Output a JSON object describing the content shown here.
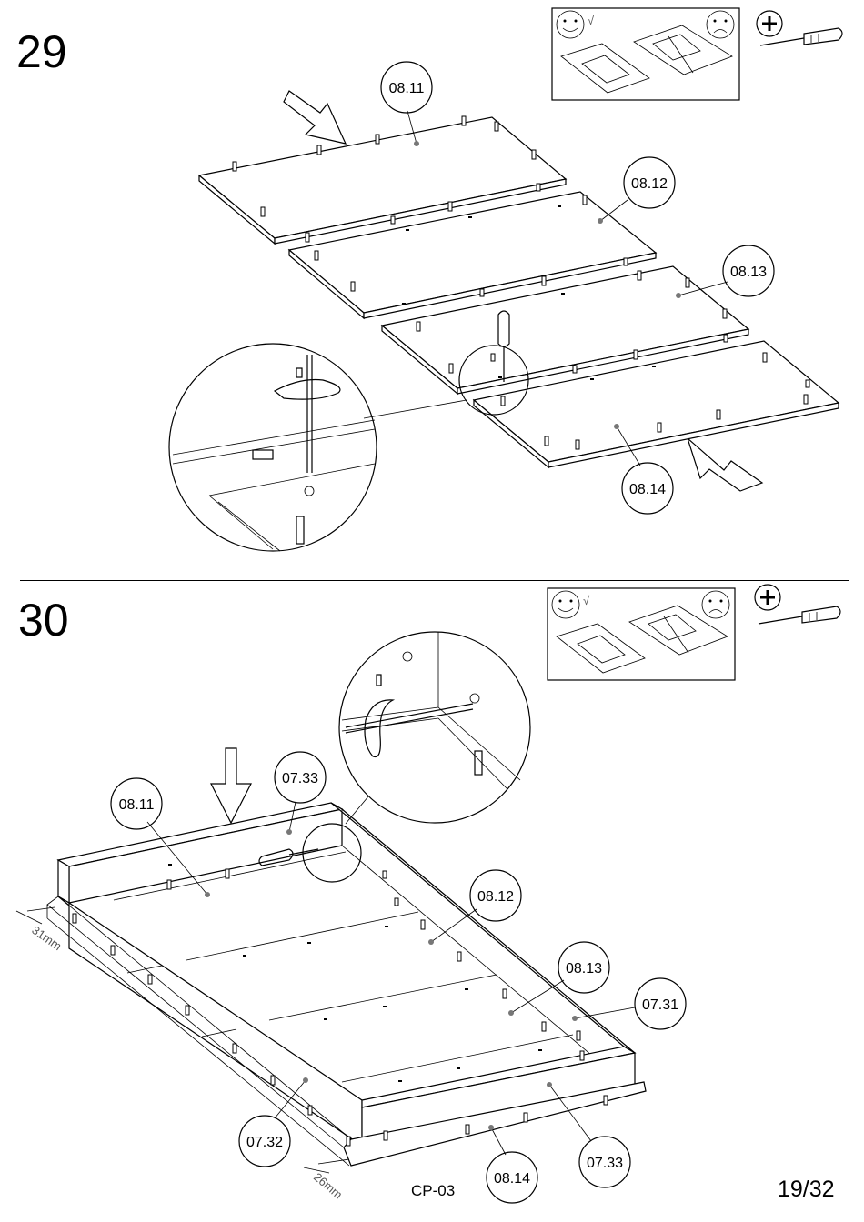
{
  "step29": {
    "number": "29",
    "callouts": [
      "08.11",
      "08.12",
      "08.13",
      "08.14"
    ],
    "tool_icon": "phillips-screwdriver-icon",
    "hint_icons": [
      "happy-face-icon",
      "sad-face-icon"
    ],
    "hint_check": "√"
  },
  "step30": {
    "number": "30",
    "callouts": [
      "08.11",
      "07.33",
      "08.12",
      "08.13",
      "07.31",
      "07.32",
      "08.14",
      "07.33"
    ],
    "dimensions": [
      "31mm",
      "26mm"
    ],
    "tool_icon": "phillips-screwdriver-icon",
    "hint_icons": [
      "happy-face-icon",
      "sad-face-icon"
    ],
    "hint_check": "√"
  },
  "footer": {
    "code": "CP-03",
    "page": "19/32"
  }
}
